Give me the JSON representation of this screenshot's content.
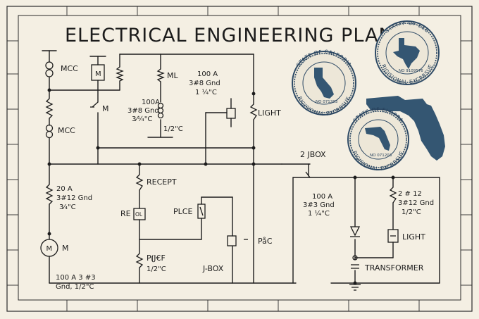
{
  "title": "ELECTRICAL ENGINEERING PLAN",
  "labels": {
    "mcc_top": "MCC",
    "motor_m": "M",
    "mcc_mid": "MCC",
    "ml": "ML",
    "feeder1_amp": "100 A",
    "feeder1_gnd": "3#8 Gnd",
    "feeder1_cond": "1 ¼\"C",
    "light_top": "LIGHT",
    "feeder2_amp": "100A",
    "feeder2_gnd": "3#8 Gnd",
    "feeder2_cond": "3⁄¼\"C",
    "feeder2_conduit": "1/2\"C",
    "jbox2": "2 JBOX",
    "feeder3_amp": "20 A",
    "feeder3_gnd": "3#12 Gnd",
    "feeder3_cond": "3⁄₄\"C",
    "recept": "RECEPT",
    "re": "RE",
    "ol": "OL",
    "plce": "PLCE",
    "feeder4_amp": "100 A",
    "feeder4_gnd": "3#3 Gnd",
    "feeder4_cond": "1 ¼\"C",
    "feeder5_size": "2 # 12",
    "feeder5_gnd": "3#12 Gnd",
    "feeder5_cond": "1/2\"C",
    "light_bottom": "LIGHT",
    "pac": "PåC",
    "pqef": "P⦗J€F",
    "pqef_cond": "1/2\"C",
    "jbox": "J-BOX",
    "transformer": "TRANSFORMER",
    "motor_big": "M",
    "motor_big_label": "M",
    "feeder6_amp": "100 A 3 #3",
    "feeder6_gnd": "Gnd, 1/2\"C"
  },
  "seals": {
    "california": {
      "top": "STATE OF CALFORIA",
      "bottom": "RIGISIONAL EXCRRSUE",
      "no": "NO 071203"
    },
    "texas": {
      "top": "STAYFF OF EEE",
      "bottom": "RIGISIONAL EXCRRSUE",
      "no": "NO 9109576"
    },
    "florida": {
      "top": "STATE OF ELOPRA",
      "bottom": "RIGISIONAL EXCRRSUE",
      "no": "NO 071203"
    }
  },
  "colors": {
    "paper": "#f4efe3",
    "ink": "#1c1c1c",
    "seal_blue": "#2f4b66"
  }
}
